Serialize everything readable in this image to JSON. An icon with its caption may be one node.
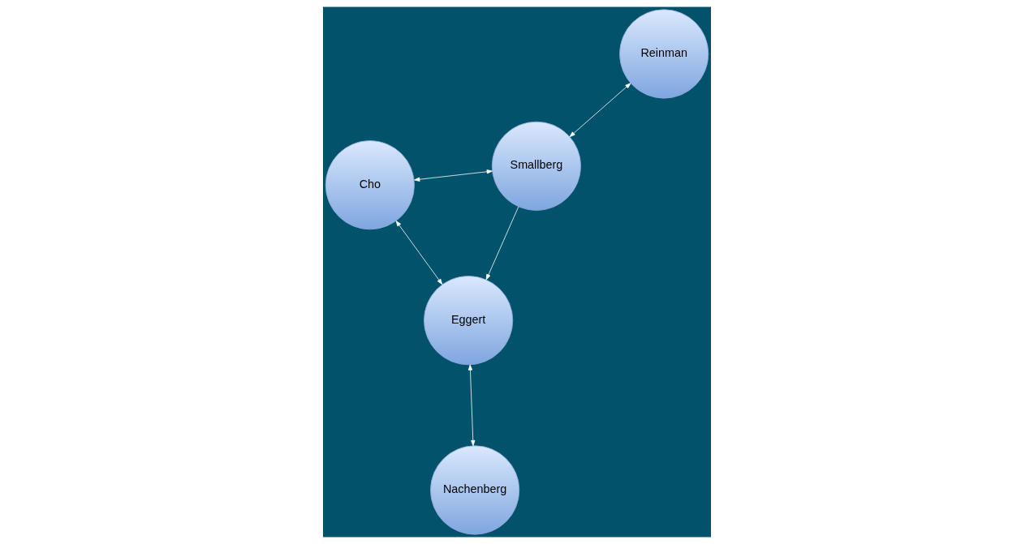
{
  "diagram": {
    "nodes": [
      {
        "text": [
          "Smallberg"
        ]
      },
      {
        "text": [
          "Eggert"
        ]
      },
      {
        "text": [
          "Nachenberg"
        ]
      },
      {
        "text": [
          "Cho"
        ]
      },
      {
        "text": [
          "Reinman"
        ]
      }
    ],
    "edges": [
      {
        "from": 0,
        "to": 1,
        "arrow": "to"
      },
      {
        "from": 1,
        "to": 2,
        "arrow": "both"
      },
      {
        "from": 0,
        "to": 3,
        "arrow": "both"
      },
      {
        "from": 0,
        "to": 4,
        "arrow": "both"
      },
      {
        "from": 3,
        "to": 1,
        "arrow": "both"
      }
    ]
  }
}
